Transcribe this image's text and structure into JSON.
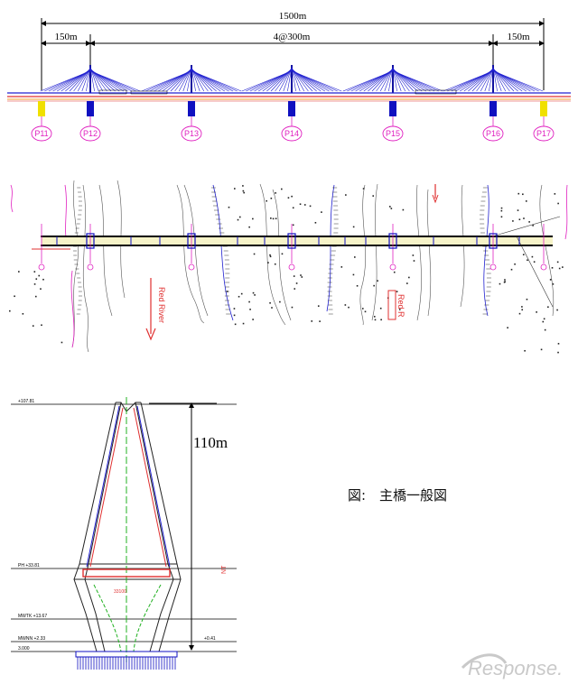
{
  "elevation": {
    "total_span": "1500m",
    "side_span_left": "150m",
    "main_spans": "4@300m",
    "side_span_right": "150m",
    "piers": [
      "P11",
      "P12",
      "P13",
      "P14",
      "P15",
      "P16",
      "P17"
    ]
  },
  "plan": {
    "river_label_1": "Red River",
    "river_label_2": "Red R"
  },
  "tower": {
    "height_label": "110m",
    "levels": [
      {
        "label": "+107.81"
      },
      {
        "label": "PH +33.81"
      },
      {
        "label": "MWTK +13.67"
      },
      {
        "label": "MWNN +2.33"
      },
      {
        "label": "3.000"
      }
    ],
    "width_label": "33100",
    "right_label": "+0.41"
  },
  "caption": "図:　主橋一般図",
  "watermark": "Response.",
  "colors": {
    "cable": "#2020d0",
    "pier_label": "#e020c0",
    "pylon_base": "#1010c0",
    "side_pier": "#f0e000",
    "deck": "#e03030"
  }
}
